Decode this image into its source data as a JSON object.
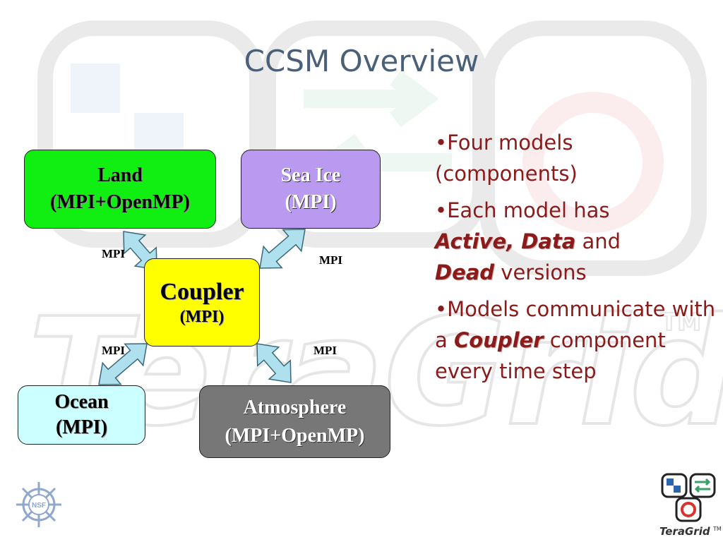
{
  "slide": {
    "title": "CCSM Overview"
  },
  "diagram": {
    "land": {
      "line1": "Land",
      "line2": "(MPI+OpenMP)",
      "color": "#11ee11"
    },
    "sea_ice": {
      "line1": "Sea Ice",
      "line2": "(MPI)",
      "color": "#b99af0"
    },
    "coupler": {
      "line1": "Coupler",
      "line2": "(MPI)",
      "color": "#ffff00"
    },
    "ocean": {
      "line1": "Ocean",
      "line2": "(MPI)",
      "color": "#ccffff"
    },
    "atmosphere": {
      "line1": "Atmosphere",
      "line2": "(MPI+OpenMP)",
      "color": "#777777"
    },
    "links": [
      {
        "from": "land",
        "to": "coupler",
        "label": "MPI"
      },
      {
        "from": "sea_ice",
        "to": "coupler",
        "label": "MPI"
      },
      {
        "from": "ocean",
        "to": "coupler",
        "label": "MPI"
      },
      {
        "from": "atmosphere",
        "to": "coupler",
        "label": "MPI"
      }
    ],
    "arrow_color": "#aee0ee"
  },
  "bullets": {
    "b1": {
      "text": "•Four models (components)"
    },
    "b2": {
      "pre": "•Each model has",
      "em1": "Active, Data",
      "mid": " and",
      "em2": "Dead",
      "post": " versions"
    },
    "b3": {
      "pre": "•Models communicate with a ",
      "em1": "Coupler",
      "post": " component every time step"
    },
    "text_color": "#8b1a1a"
  },
  "logos": {
    "left": {
      "icon": "nsf-logo",
      "text": "NSF"
    },
    "right": {
      "icon": "teragrid-logo",
      "text": "TeraGrid",
      "tm": "TM"
    }
  },
  "watermark": {
    "icon": "teragrid-watermark",
    "text": "TeraGrid",
    "tm": "TM"
  }
}
